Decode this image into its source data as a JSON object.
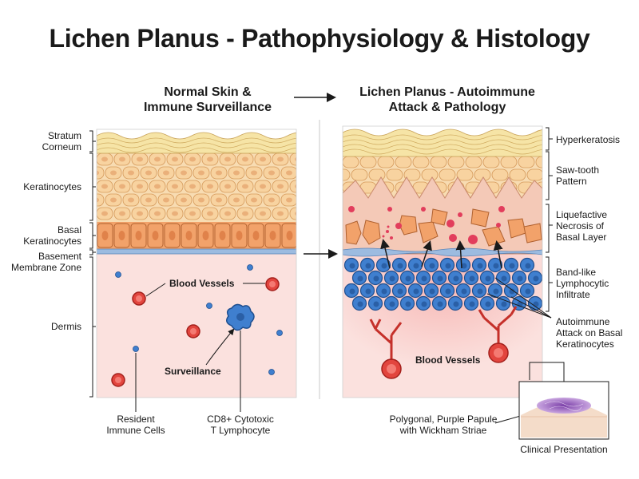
{
  "title": "Lichen Planus - Pathophysiology & Histology",
  "normal_panel": {
    "title_line1": "Normal Skin &",
    "title_line2": "Immune Surveillance",
    "layers": {
      "stratum_corneum_1": "Stratum",
      "stratum_corneum_2": "Corneum",
      "keratinocytes": "Keratinocytes",
      "basal_1": "Basal",
      "basal_2": "Keratinocytes",
      "bmz_1": "Basement",
      "bmz_2": "Membrane Zone",
      "dermis": "Dermis"
    },
    "callouts": {
      "blood_vessels": "Blood Vessels",
      "surveillance": "Surveillance",
      "resident_1": "Resident",
      "resident_2": "Immune Cells",
      "cd8_1": "CD8+ Cytotoxic",
      "cd8_2": "T Lymphocyte"
    }
  },
  "lp_panel": {
    "title_line1": "Lichen Planus - Autoimmune",
    "title_line2": "Attack & Pathology",
    "features": {
      "hyperkeratosis": "Hyperkeratosis",
      "sawtooth_1": "Saw-tooth",
      "sawtooth_2": "Pattern",
      "necrosis_1": "Liquefactive",
      "necrosis_2": "Necrosis of",
      "necrosis_3": "Basal Layer",
      "infiltrate_1": "Band-like",
      "infiltrate_2": "Lymphocytic",
      "infiltrate_3": "Infiltrate",
      "attack_1": "Autoimmune",
      "attack_2": "Attack on Basal",
      "attack_3": "Keratinocytes"
    },
    "callouts": {
      "blood_vessels": "Blood Vessels",
      "papule_1": "Polygonal, Purple Papule",
      "papule_2": "with Wickham Striae",
      "clinical": "Clinical Presentation"
    }
  },
  "colors": {
    "corneum": "#f6e4a6",
    "keratinocyte": "#f8dcb2",
    "basal": "#f2a26a",
    "bmz": "#9cbbe0",
    "dermis": "#fbe1de",
    "vessel_red": "#e2453e",
    "lymphocyte_blue": "#3f7fcf",
    "papule_purple": "#9a6bbf"
  }
}
